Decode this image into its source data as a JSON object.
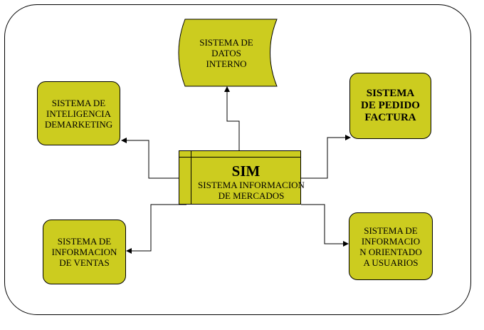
{
  "colors": {
    "box_fill": "#cccc1f",
    "stroke": "#000000",
    "background": "#ffffff"
  },
  "center": {
    "title": "SIM",
    "subtitle_line1": "SISTEMA INFORMACION",
    "subtitle_line2": "DE MERCADOS"
  },
  "nodes": {
    "datos_interno": {
      "lines": [
        "SISTEMA DE",
        "DATOS",
        "INTERNO"
      ],
      "shape": "stored-data"
    },
    "inteligencia_marketing": {
      "lines": [
        "SISTEMA DE",
        "INTELIGENCIA",
        "DEMARKETING"
      ]
    },
    "pedido_factura": {
      "lines": [
        "SISTEMA",
        "DE PEDIDO",
        "FACTURA"
      ],
      "bold": true
    },
    "informacion_ventas": {
      "lines": [
        "SISTEMA DE",
        "INFORMACION",
        "DE VENTAS"
      ]
    },
    "orientado_usuarios": {
      "lines": [
        "SISTEMA DE",
        "INFORMACIO",
        "N ORIENTADO",
        "A USUARIOS"
      ]
    }
  }
}
